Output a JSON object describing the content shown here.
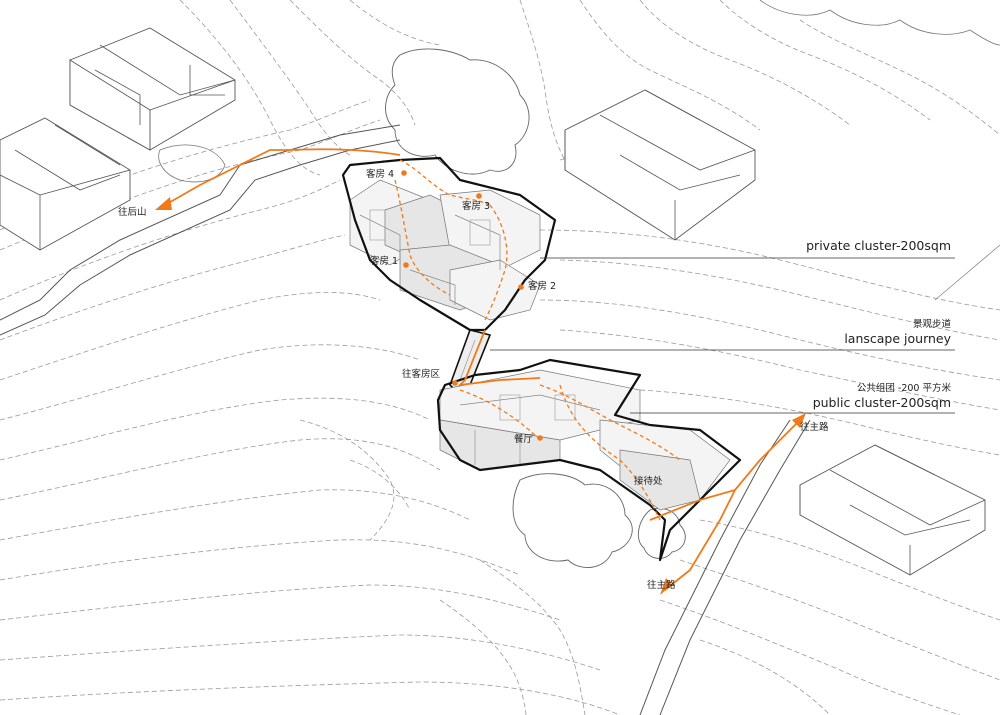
{
  "labels": {
    "back_mountain": "往后山",
    "room_1": "客房 1",
    "room_2": "客房 2",
    "room_3": "客房 3",
    "room_4": "客房 4",
    "to_guest_area": "往客房区",
    "dining": "餐厅",
    "reception": "接待处",
    "main_road_top": "往主路",
    "main_road_bottom": "往主路"
  },
  "annotations": {
    "private_cluster": "private cluster-200sqm",
    "journey_cn": "景观步道",
    "journey_en": "lanscape journey",
    "public_cn": "公共组团 -200 平方米",
    "public_en": "public cluster-200sqm"
  },
  "colors": {
    "path": "#f07a1a",
    "outline": "#111111",
    "contour": "#9a9a9a"
  }
}
